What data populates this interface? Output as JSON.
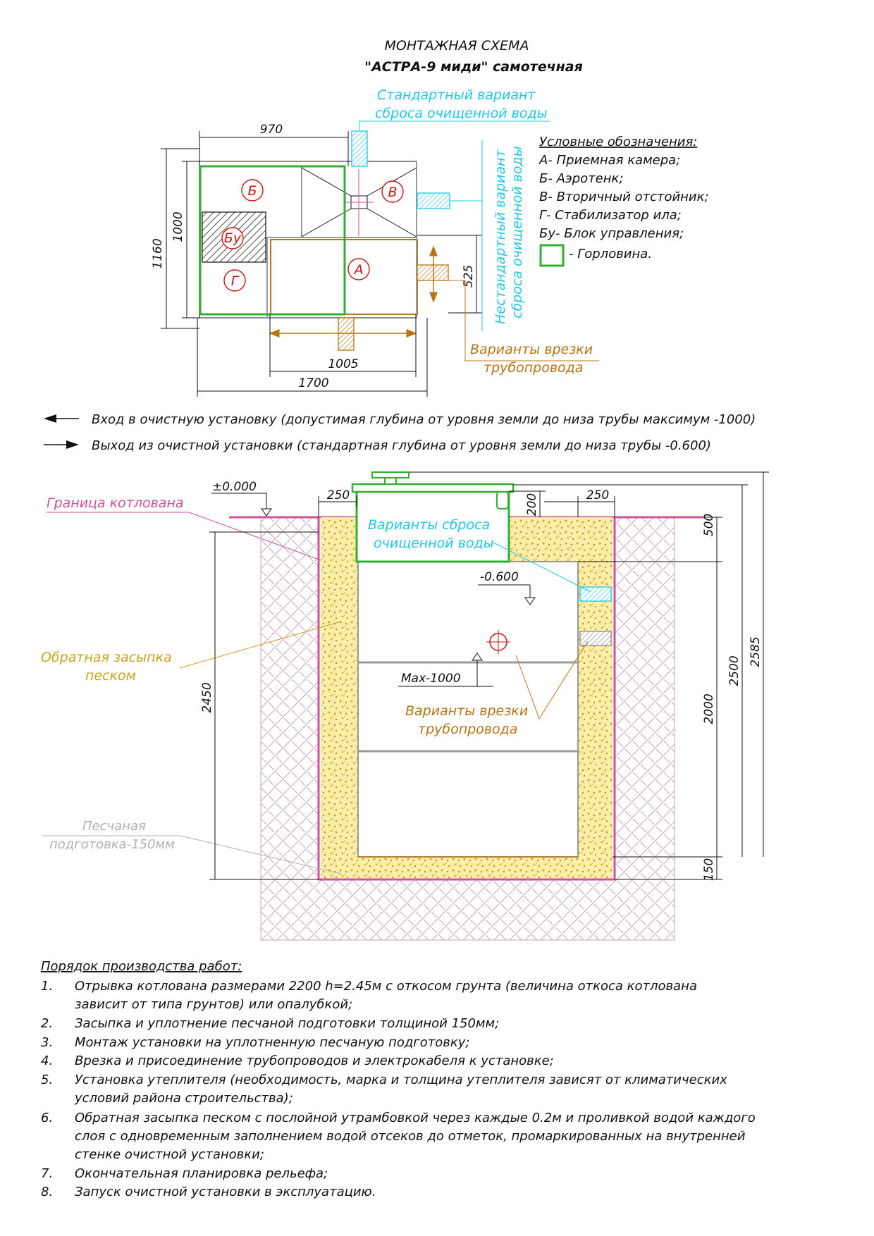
{
  "title": {
    "line1": "МОНТАЖНАЯ СХЕМА",
    "line2": "\"АСТРА-9 миди\" самотечная"
  },
  "plan": {
    "dims": {
      "top": "970",
      "left_outer": "1160",
      "left_inner": "1000",
      "right": "525",
      "bottom_inner": "1005",
      "bottom_outer": "1700"
    },
    "chambers": {
      "b": "Б",
      "v": "В",
      "bu": "Бу",
      "g": "Г",
      "a": "А"
    },
    "callouts": {
      "standard_line1": "Стандартный вариант",
      "standard_line2": "сброса очищенной воды",
      "nonstandard_line1": "Нестандартный вариант",
      "nonstandard_line2": "сброса очищенной воды",
      "tie_in_line1": "Варианты врезки",
      "tie_in_line2": "трубопровода"
    }
  },
  "legend": {
    "title": "Условные обозначения:",
    "items": [
      "А- Приемная камера;",
      "Б- Аэротенк;",
      "В- Вторичный отстойник;",
      "Г- Стабилизатор ила;",
      "Бу- Блок управления;",
      "- Горловина."
    ]
  },
  "flow": {
    "inlet": "Вход в очистную установку (допустимая глубина от уровня земли до низа трубы максимум -1000)",
    "outlet": "Выход из очистной установки (стандартная глубина от уровня земли до низа трубы -0.600)"
  },
  "section": {
    "labels": {
      "pit_boundary": "Граница котлована",
      "backfill_line1": "Обратная засыпка",
      "backfill_line2": "песком",
      "sand_bed_line1": "Песчаная",
      "sand_bed_line2": "подготовка-150мм",
      "discharge_line1": "Варианты сброса",
      "discharge_line2": "очищенной воды",
      "tie_in_line1": "Варианты врезки",
      "tie_in_line2": "трубопровода"
    },
    "marks": {
      "ground": "±0.000",
      "outlet": "-0.600",
      "inlet": "Max-1000"
    },
    "dims": {
      "left_gap": "250",
      "neck": "200",
      "right_gap": "250",
      "top_500": "500",
      "height_2450": "2450",
      "height_2000": "2000",
      "height_2500": "2500",
      "height_2585": "2585",
      "bed_150": "150"
    }
  },
  "procedure": {
    "title": "Порядок производства работ:",
    "steps": [
      {
        "num": "1.",
        "lines": [
          "Отрывка котлована размерами 2200 h=2.45м с откосом грунта (величина откоса котлована",
          "зависит от типа грунтов) или опалубкой;"
        ]
      },
      {
        "num": "2.",
        "lines": [
          "Засыпка и уплотнение песчаной подготовки толщиной 150мм;"
        ]
      },
      {
        "num": "3.",
        "lines": [
          "Монтаж установки на уплотненную песчаную подготовку;"
        ]
      },
      {
        "num": "4.",
        "lines": [
          "Врезка и присоединение трубопроводов и электрокабеля к установке;"
        ]
      },
      {
        "num": "5.",
        "lines": [
          "Установка утеплителя (необходимость, марка и толщина утеплителя зависят от климатических",
          "условий района строительства);"
        ]
      },
      {
        "num": "6.",
        "lines": [
          "Обратная засыпка песком с послойной утрамбовкой через каждые 0.2м и проливкой водой каждого",
          "слоя с одновременным заполнением водой отсеков до отметок, промаркированных на внутренней",
          "стенке очистной установки;"
        ]
      },
      {
        "num": "7.",
        "lines": [
          "Окончательная планировка рельефа;"
        ]
      },
      {
        "num": "8.",
        "lines": [
          "Запуск очистной установки в эксплуатацию."
        ]
      }
    ]
  },
  "colors": {
    "neck": "#2fb12f",
    "cyan": "#1ec8e6",
    "brown": "#b87414",
    "sand": "#c9a31a",
    "pink": "#d0509a",
    "red": "#cc1111"
  }
}
